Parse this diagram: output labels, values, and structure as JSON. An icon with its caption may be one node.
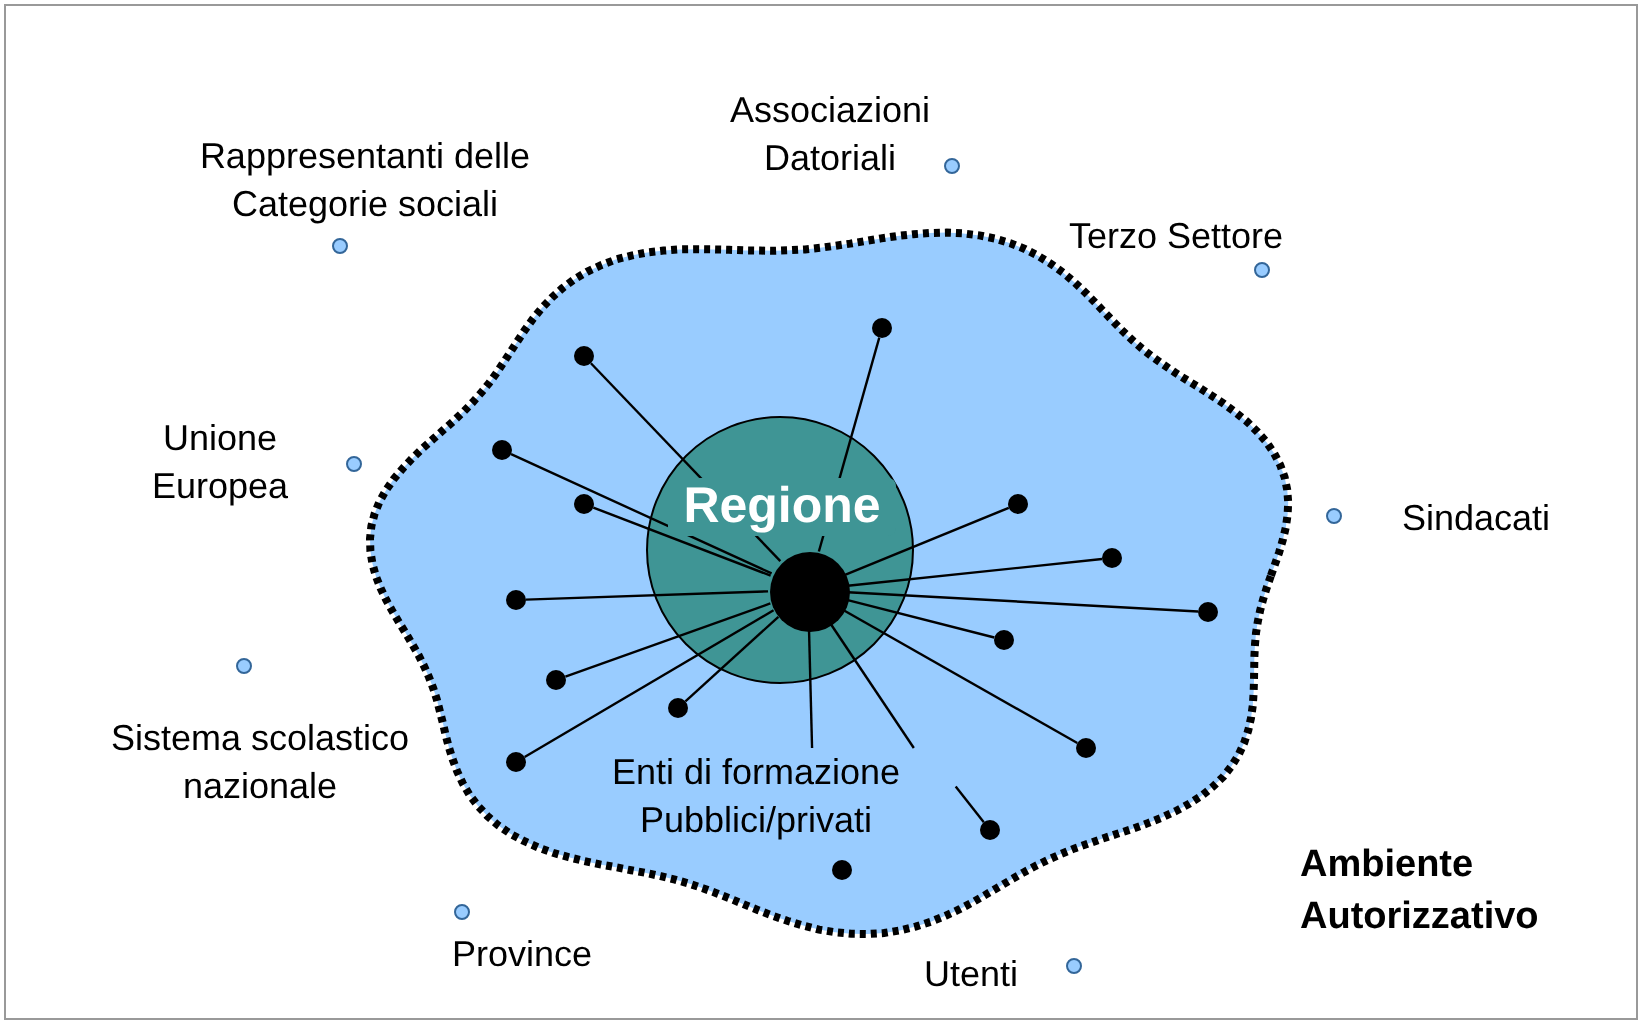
{
  "diagram": {
    "nodes": [
      {
        "text": [],
        "shape": "cloud",
        "beside": [
          "Ambiente Autorizzativo"
        ]
      },
      {
        "text": [
          "Regione"
        ],
        "in": 0
      },
      {
        "text": [],
        "shape": "circle",
        "in": 1
      },
      {
        "text": [],
        "shape": "circle",
        "in": 0
      },
      {
        "text": [],
        "shape": "circle",
        "in": 0
      },
      {
        "text": [],
        "shape": "circle",
        "in": 0
      },
      {
        "text": [],
        "shape": "circle",
        "in": 0
      },
      {
        "text": [],
        "shape": "circle",
        "in": 0
      },
      {
        "text": [],
        "shape": "circle",
        "in": 0
      },
      {
        "text": [],
        "shape": "circle",
        "in": 0
      },
      {
        "text": [],
        "shape": "circle",
        "in": 0
      },
      {
        "text": [],
        "shape": "circle",
        "in": 0
      },
      {
        "text": [],
        "shape": "circle",
        "in": 0
      },
      {
        "text": [],
        "shape": "circle",
        "in": 0
      },
      {
        "text": [],
        "shape": "circle",
        "in": 0
      },
      {
        "text": [],
        "shape": "circle",
        "in": 0
      },
      {
        "text": [],
        "shape": "circle",
        "in": 0
      },
      {
        "text": [],
        "shape": "circle",
        "in": 0
      },
      {
        "text": [
          "Enti di formazione Pubblici/privati"
        ],
        "in": 0
      }
    ],
    "edges": [
      {
        "from": 2,
        "to": 3,
        "arrow": "none"
      },
      {
        "from": 2,
        "to": 4,
        "arrow": "none"
      },
      {
        "from": 2,
        "to": 5,
        "arrow": "none"
      },
      {
        "from": 2,
        "to": 6,
        "arrow": "none"
      },
      {
        "from": 2,
        "to": 7,
        "arrow": "none"
      },
      {
        "from": 2,
        "to": 8,
        "arrow": "none"
      },
      {
        "from": 2,
        "to": 9,
        "arrow": "none"
      },
      {
        "from": 2,
        "to": 10,
        "arrow": "none"
      },
      {
        "from": 2,
        "to": 11,
        "arrow": "none"
      },
      {
        "from": 2,
        "to": 12,
        "arrow": "none"
      },
      {
        "from": 2,
        "to": 13,
        "arrow": "none"
      },
      {
        "from": 2,
        "to": 14,
        "arrow": "none"
      },
      {
        "from": 2,
        "to": 15,
        "arrow": "none"
      },
      {
        "from": 2,
        "to": 18,
        "arrow": "none"
      },
      {
        "from": 2,
        "to": 18,
        "arrow": "none"
      },
      {
        "from": 18,
        "to": 16,
        "arrow": "none"
      }
    ],
    "labels": [
      "Associazioni Datoriali",
      "Rappresentanti delle Categorie sociali",
      "Terzo Settore",
      "Unione Europea",
      "Sindacati",
      "Sistema scolastico nazionale",
      "Province",
      "Utenti"
    ]
  }
}
